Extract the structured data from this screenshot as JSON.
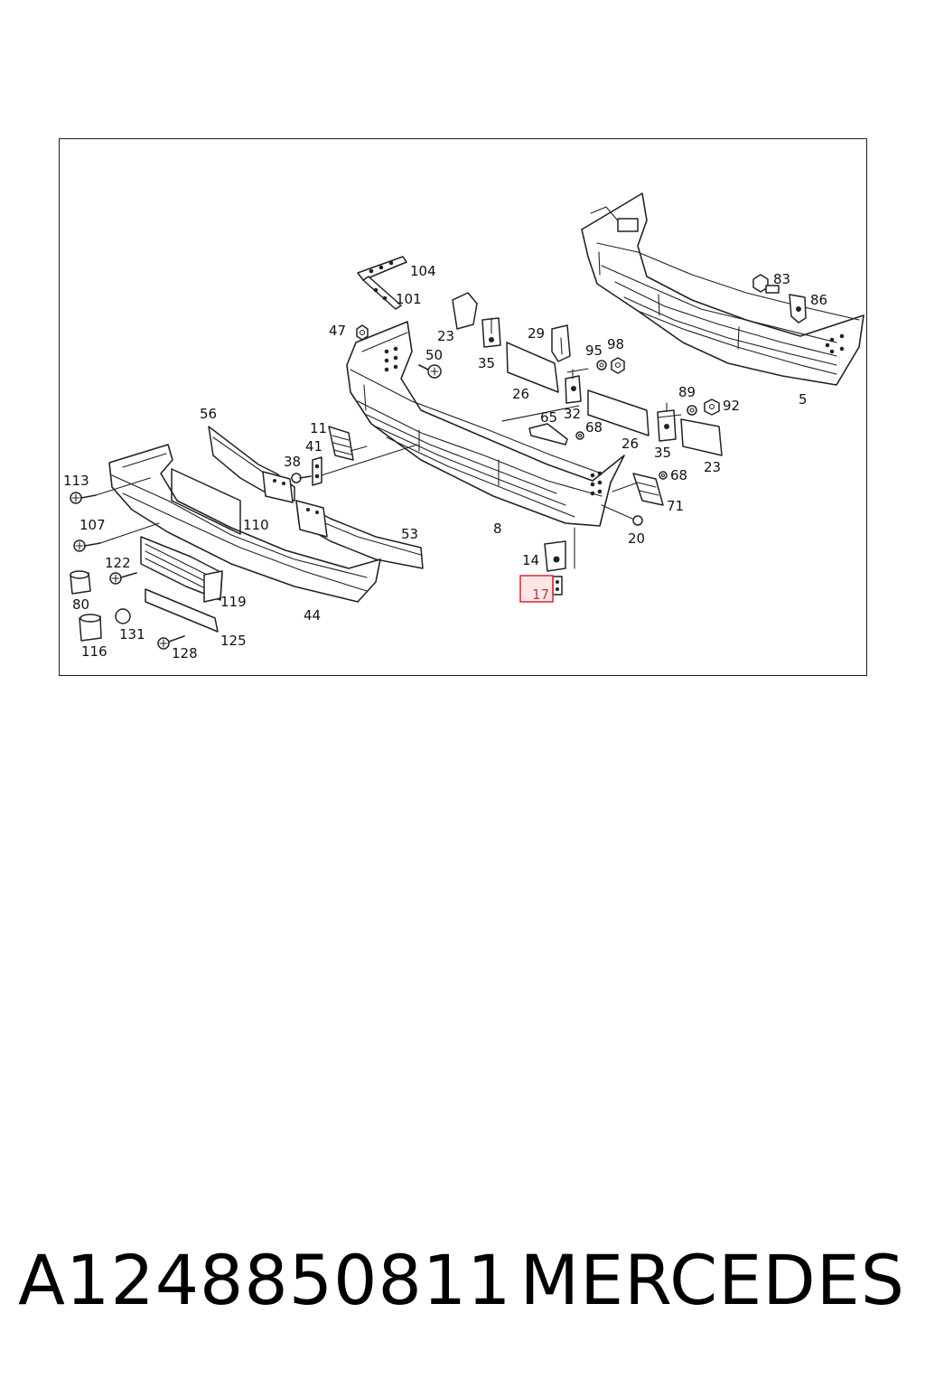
{
  "diagram": {
    "labels": [
      {
        "id": "104",
        "text": "104"
      },
      {
        "id": "101",
        "text": "101"
      },
      {
        "id": "47",
        "text": "47"
      },
      {
        "id": "23a",
        "text": "23"
      },
      {
        "id": "50",
        "text": "50"
      },
      {
        "id": "35a",
        "text": "35"
      },
      {
        "id": "29",
        "text": "29"
      },
      {
        "id": "95",
        "text": "95"
      },
      {
        "id": "98",
        "text": "98"
      },
      {
        "id": "83",
        "text": "83"
      },
      {
        "id": "86",
        "text": "86"
      },
      {
        "id": "26a",
        "text": "26"
      },
      {
        "id": "65",
        "text": "65"
      },
      {
        "id": "32",
        "text": "32"
      },
      {
        "id": "68a",
        "text": "68"
      },
      {
        "id": "89",
        "text": "89"
      },
      {
        "id": "92",
        "text": "92"
      },
      {
        "id": "5",
        "text": "5"
      },
      {
        "id": "56",
        "text": "56"
      },
      {
        "id": "11",
        "text": "11"
      },
      {
        "id": "41",
        "text": "41"
      },
      {
        "id": "38",
        "text": "38"
      },
      {
        "id": "26b",
        "text": "26"
      },
      {
        "id": "35b",
        "text": "35"
      },
      {
        "id": "23b",
        "text": "23"
      },
      {
        "id": "68b",
        "text": "68"
      },
      {
        "id": "71",
        "text": "71"
      },
      {
        "id": "113",
        "text": "113"
      },
      {
        "id": "107",
        "text": "107"
      },
      {
        "id": "110",
        "text": "110"
      },
      {
        "id": "53",
        "text": "53"
      },
      {
        "id": "8",
        "text": "8"
      },
      {
        "id": "20",
        "text": "20"
      },
      {
        "id": "122",
        "text": "122"
      },
      {
        "id": "14",
        "text": "14"
      },
      {
        "id": "17",
        "text": "17",
        "highlighted": true
      },
      {
        "id": "80",
        "text": "80"
      },
      {
        "id": "119",
        "text": "119"
      },
      {
        "id": "44",
        "text": "44"
      },
      {
        "id": "131",
        "text": "131"
      },
      {
        "id": "125",
        "text": "125"
      },
      {
        "id": "116",
        "text": "116"
      },
      {
        "id": "128",
        "text": "128"
      }
    ],
    "highlight_color": "#e03040"
  },
  "footer": {
    "part_number": "A1248850811",
    "brand": "MERCEDES"
  }
}
